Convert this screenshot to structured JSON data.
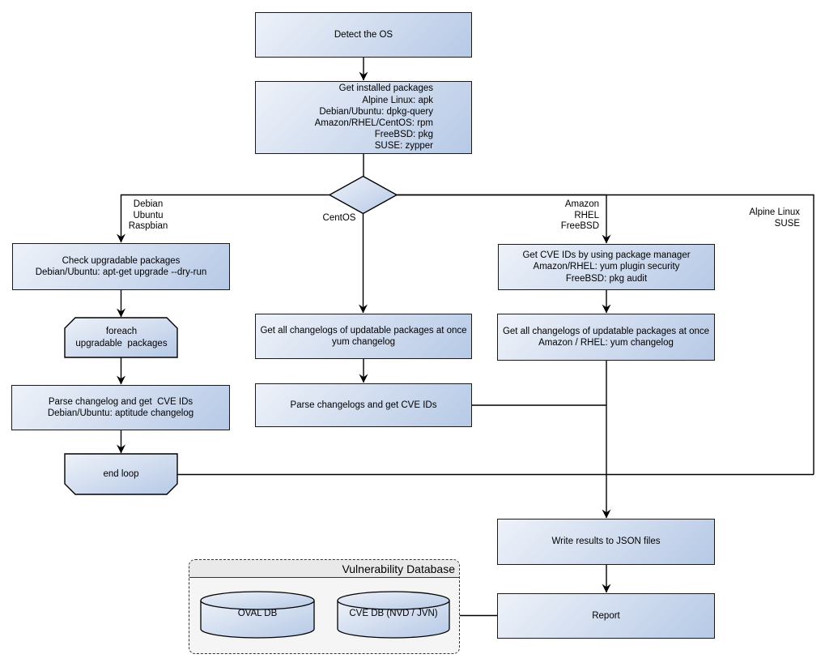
{
  "nodes": {
    "detect_os": "Detect the OS",
    "get_installed_packages": "Get installed packages\nAlpine Linux: apk\nDebian/Ubuntu: dpkg-query\nAmazon/RHEL/CentOS: rpm\nFreeBSD: pkg\nSUSE: zypper",
    "check_upgradable": "Check upgradable packages\nDebian/Ubuntu: apt-get upgrade --dry-run",
    "foreach_loop": "foreach\nupgradable  packages",
    "parse_changelog_debian": "Parse changelog and get  CVE IDs\nDebian/Ubuntu: aptitude changelog",
    "end_loop": "end loop",
    "get_changelogs_centos": "Get all changelogs of updatable packages at once\nyum changelog",
    "parse_changelogs_centos": "Parse changelogs and get CVE IDs",
    "get_cve_ids_package_manager": "Get CVE IDs by using package manager\nAmazon/RHEL: yum plugin security\nFreeBSD: pkg audit",
    "get_changelogs_amazon": "Get all changelogs of updatable packages at once\nAmazon / RHEL: yum changelog",
    "write_results": "Write results to JSON files",
    "report": "Report"
  },
  "edge_labels": {
    "debian_branch": "Debian\nUbuntu\nRaspbian",
    "centos_branch": "CentOS",
    "amazon_branch": "Amazon\nRHEL\nFreeBSD",
    "alpine_branch": "Alpine Linux\nSUSE"
  },
  "database": {
    "title": "Vulnerability Database",
    "oval_db": "OVAL DB",
    "cve_db": "CVE DB (NVD / JVN)"
  },
  "colors": {
    "node_grad_start": "#eef2f9",
    "node_grad_end": "#b6c9e6",
    "node_border": "#1a1a1a",
    "line": "#000000",
    "cluster_bg": "#f5f5f5",
    "cluster_band": "#e9e9e9",
    "cluster_border": "#333333",
    "text": "#000000"
  }
}
